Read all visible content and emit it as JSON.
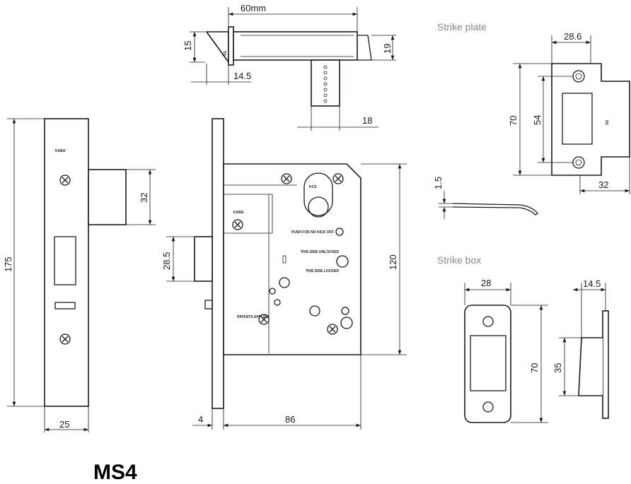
{
  "title": "MS4",
  "top_view": {
    "width": "60mm",
    "faceplate_height": "15",
    "latch_projection": "14.5",
    "body_height": "19",
    "cylinder_width": "18",
    "faceplate_mark": "SS"
  },
  "front_faceplate": {
    "height": "175",
    "bolt_height": "32",
    "width": "25",
    "brand": "KABA"
  },
  "lock_body": {
    "bolt_height": "28.5",
    "height": "120",
    "faceplate_thickness": "4",
    "backset": "86",
    "brand": "KABA",
    "cylinder_brand": "KCS",
    "label_push": "PUSH FOR NO KICK OFF",
    "label_unlocked": "THIS SIDE UNLOCKED",
    "label_locked": "THIS SIDE LOCKED",
    "label_patents": "PATENTS APPLIED"
  },
  "strike_plate": {
    "caption": "Strike plate",
    "width": "28.6",
    "height": "70",
    "hole_spacing": "54",
    "lip_width": "32",
    "thickness": "1.5",
    "mark": "SS"
  },
  "strike_box": {
    "caption": "Strike box",
    "width": "28",
    "height": "70",
    "depth": "14.5",
    "box_height": "35"
  }
}
